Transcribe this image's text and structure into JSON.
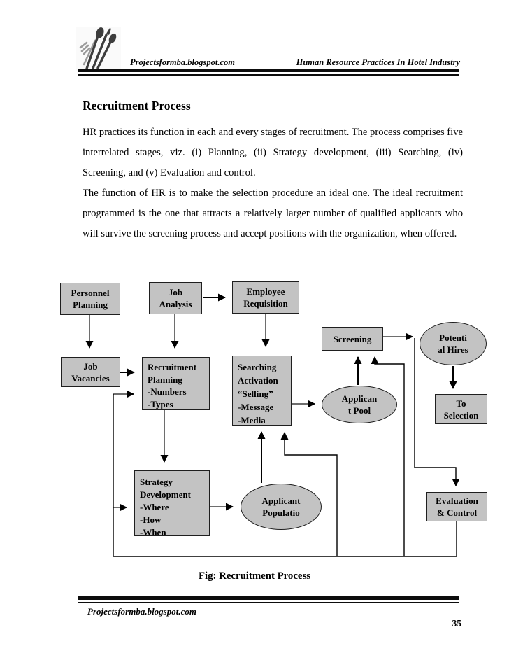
{
  "header": {
    "site": "Projectsformba.blogspot.com",
    "doc_title": "Human Resource Practices In Hotel Industry"
  },
  "content": {
    "title": "Recruitment Process",
    "para1": "HR practices its function in each and every stages of recruitment. The process comprises five interrelated stages, viz. (i) Planning, (ii) Strategy development, (iii) Searching, (iv) Screening, and (v) Evaluation and control.",
    "para2": "The function of HR is to make the selection procedure an ideal one. The ideal recruitment programmed is the one that attracts a relatively larger number of qualified applicants who will survive the screening process and accept positions with the organization, when offered."
  },
  "diagram": {
    "caption": "Fig: Recruitment Process",
    "nodes": {
      "personnel_planning": {
        "label": "Personnel\nPlanning"
      },
      "job_analysis": {
        "label": "Job\nAnalysis"
      },
      "employee_requisition": {
        "label": "Employee\nRequisition"
      },
      "job_vacancies": {
        "label": "Job\nVacancies"
      },
      "recruitment_planning": {
        "label": "Recruitment\nPlanning\n-Numbers\n-Types"
      },
      "searching_activation": {
        "line1": "Searching\nActivation",
        "quote_open": "“",
        "selling": "Selling",
        "quote_close": "”",
        "line2": "-Message\n-Media"
      },
      "screening": {
        "label": "Screening"
      },
      "potential_hires": {
        "label": "Potenti\nal Hires"
      },
      "applicant_pool": {
        "label": "Applican\nt Pool"
      },
      "to_selection": {
        "label": "To\nSelection"
      },
      "strategy_development": {
        "label": "Strategy\nDevelopment\n-Where\n-How\n-When"
      },
      "applicant_population": {
        "label": "Applicant\nPopulatio"
      },
      "evaluation_control": {
        "label": "Evaluation\n& Control"
      }
    }
  },
  "footer": {
    "site": "Projectsformba.blogspot.com",
    "page_number": "35"
  },
  "colors": {
    "node_fill": "#c3c3c3",
    "node_border": "#1f1f1f",
    "arrow_gray": "#6e6e6e",
    "arrow_black": "#000000",
    "rule_black": "#0d0d0d"
  }
}
